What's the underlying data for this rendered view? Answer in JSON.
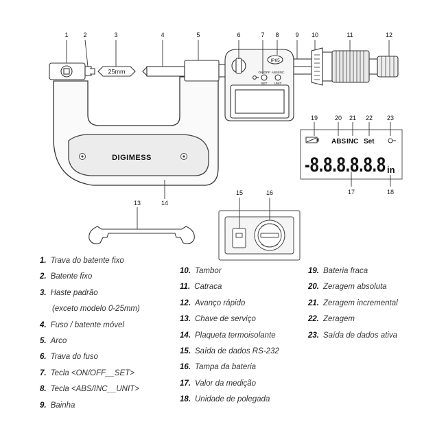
{
  "figure": {
    "brand": "DIGIMESS",
    "standard_gauge_label": "25mm",
    "ip_label": "IP65",
    "key1_label_top": "ON/OFF",
    "key1_label_bottom": "SET",
    "key2_label_top": "ABS/INC",
    "key2_label_bottom": "UNIT",
    "display_reading": "-8.8.8.8.8.8",
    "display_unit": "in",
    "display_flags": [
      "ABS",
      "INC",
      "Set"
    ],
    "callouts": [
      "1",
      "2",
      "3",
      "4",
      "5",
      "6",
      "7",
      "8",
      "9",
      "10",
      "11",
      "12",
      "13",
      "14",
      "15",
      "16",
      "17",
      "18",
      "19",
      "20",
      "21",
      "22",
      "23"
    ]
  },
  "legend": {
    "col1": [
      {
        "num": "1.",
        "text": "Trava do batente fixo"
      },
      {
        "num": "2.",
        "text": "Batente fixo"
      },
      {
        "num": "3.",
        "text": "Haste padrão"
      },
      {
        "num": "",
        "text": "(exceto modelo 0-25mm)"
      },
      {
        "num": "4.",
        "text": "Fuso / batente móvel"
      },
      {
        "num": "5.",
        "text": "Arco"
      },
      {
        "num": "6.",
        "text": "Trava do fuso"
      },
      {
        "num": "7.",
        "text": "Tecla <ON/OFF__SET>"
      },
      {
        "num": "8.",
        "text": "Tecla <ABS/INC__UNIT>"
      },
      {
        "num": "9.",
        "text": "Bainha"
      }
    ],
    "col2": [
      {
        "num": "10.",
        "text": "Tambor"
      },
      {
        "num": "11.",
        "text": "Catraca"
      },
      {
        "num": "12.",
        "text": "Avanço rápido"
      },
      {
        "num": "13.",
        "text": "Chave de serviço"
      },
      {
        "num": "14.",
        "text": "Plaqueta termoisolante"
      },
      {
        "num": "15.",
        "text": "Saída de dados RS-232"
      },
      {
        "num": "16.",
        "text": "Tampa da bateria"
      },
      {
        "num": "17.",
        "text": "Valor da medição"
      },
      {
        "num": "18.",
        "text": "Unidade de polegada"
      }
    ],
    "col3": [
      {
        "num": "19.",
        "text": "Bateria fraca"
      },
      {
        "num": "20.",
        "text": "Zeragem absoluta"
      },
      {
        "num": "21.",
        "text": "Zeragem incremental"
      },
      {
        "num": "22.",
        "text": "Zeragem"
      },
      {
        "num": "23.",
        "text": "Saída de dados ativa"
      }
    ]
  }
}
